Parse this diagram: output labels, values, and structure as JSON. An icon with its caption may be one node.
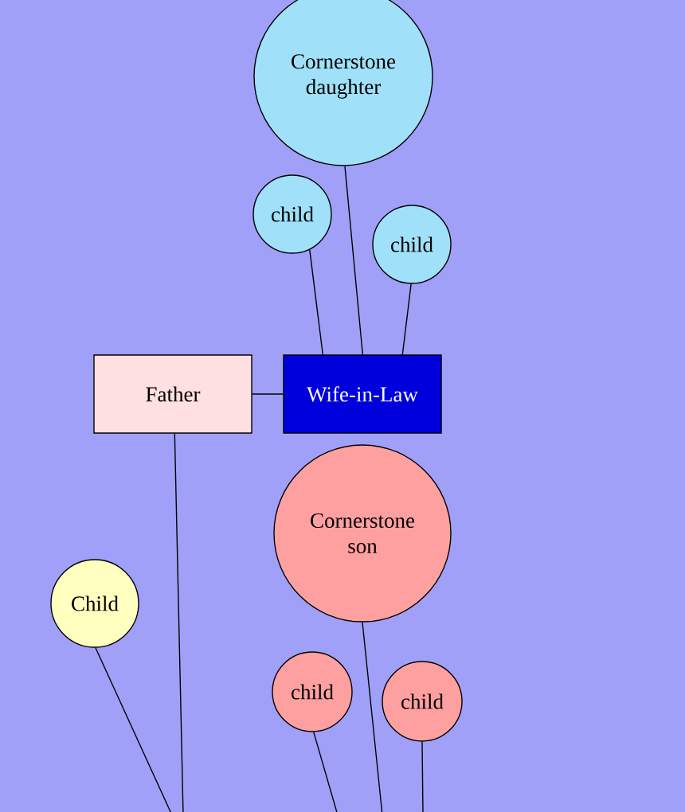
{
  "diagram": {
    "nodes": [
      {
        "text": [
          "Cornerstone daughter"
        ]
      },
      {
        "text": [
          "child"
        ]
      },
      {
        "text": [
          "child"
        ]
      },
      {
        "text": [
          "Father"
        ]
      },
      {
        "text": [
          "Wife-in-Law"
        ]
      },
      {
        "text": [
          "Cornerstone son"
        ]
      },
      {
        "text": [
          "Child"
        ]
      },
      {
        "text": [
          "child"
        ]
      },
      {
        "text": [
          "child"
        ]
      }
    ],
    "edges": [
      {
        "from": 1,
        "to": 4,
        "arrow": "none"
      },
      {
        "from": 0,
        "to": 4,
        "arrow": "none"
      },
      {
        "from": 2,
        "to": 4,
        "arrow": "none"
      },
      {
        "from": 3,
        "to": 4,
        "arrow": "none"
      },
      {
        "from": 3,
        "to": null,
        "arrow": "none"
      },
      {
        "from": 6,
        "to": null,
        "arrow": "none"
      },
      {
        "from": 5,
        "to": null,
        "arrow": "none"
      },
      {
        "from": 7,
        "to": null,
        "arrow": "none"
      },
      {
        "from": 8,
        "to": null,
        "arrow": "none"
      }
    ]
  }
}
